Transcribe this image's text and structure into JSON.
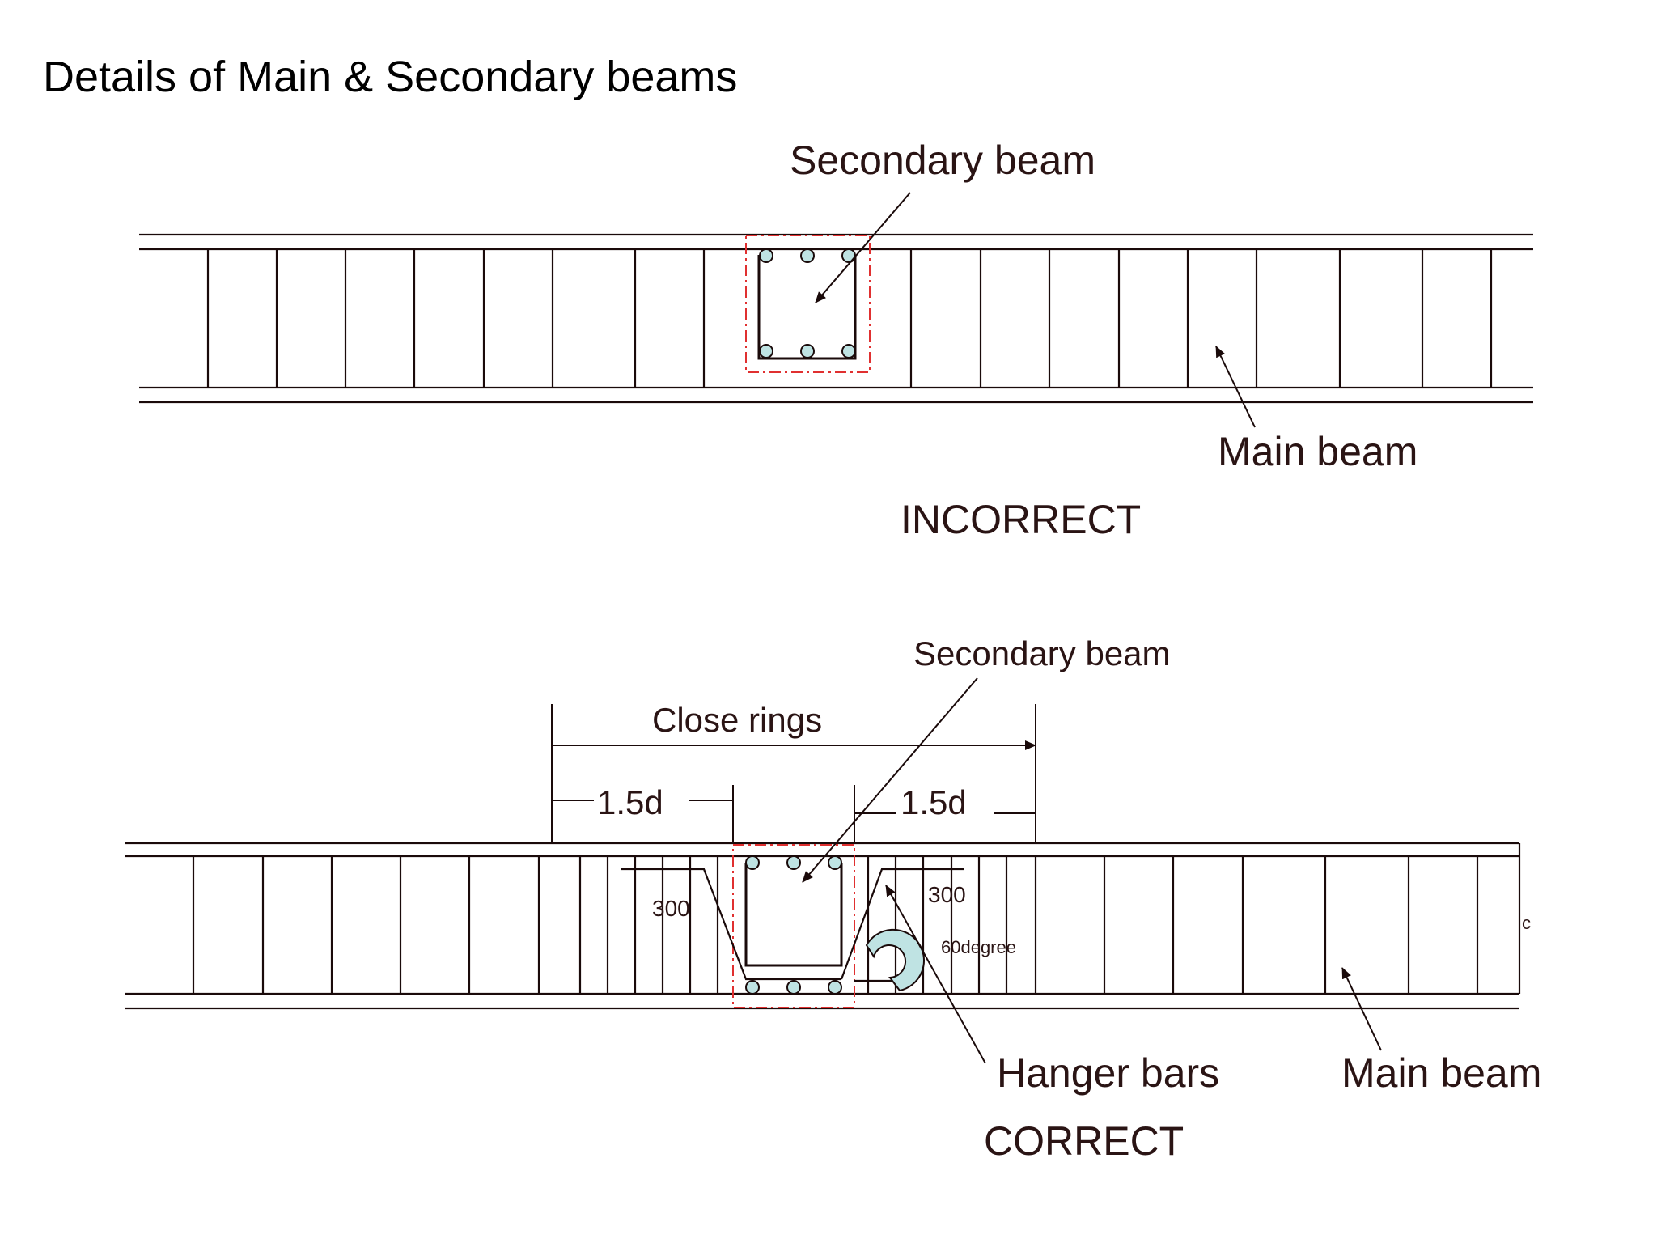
{
  "page_title": "Details of Main & Secondary beams",
  "colors": {
    "line": "#1a0a0a",
    "text": "#2a1414",
    "rebar_fill": "#bfe3e3",
    "dashed_outline": "#e03030"
  },
  "incorrect": {
    "secondary_beam_label": "Secondary beam",
    "main_beam_label": "Main beam",
    "verdict": "INCORRECT"
  },
  "correct": {
    "secondary_beam_label": "Secondary beam",
    "close_rings_label": "Close rings",
    "left_spacing_label": "1.5d",
    "right_spacing_label": "1.5d",
    "left_length_label": "300",
    "right_length_label": "300",
    "angle_label": "60degree",
    "edge_mark": "c",
    "hanger_bars_label": "Hanger bars",
    "main_beam_label": "Main beam",
    "verdict": "CORRECT"
  }
}
